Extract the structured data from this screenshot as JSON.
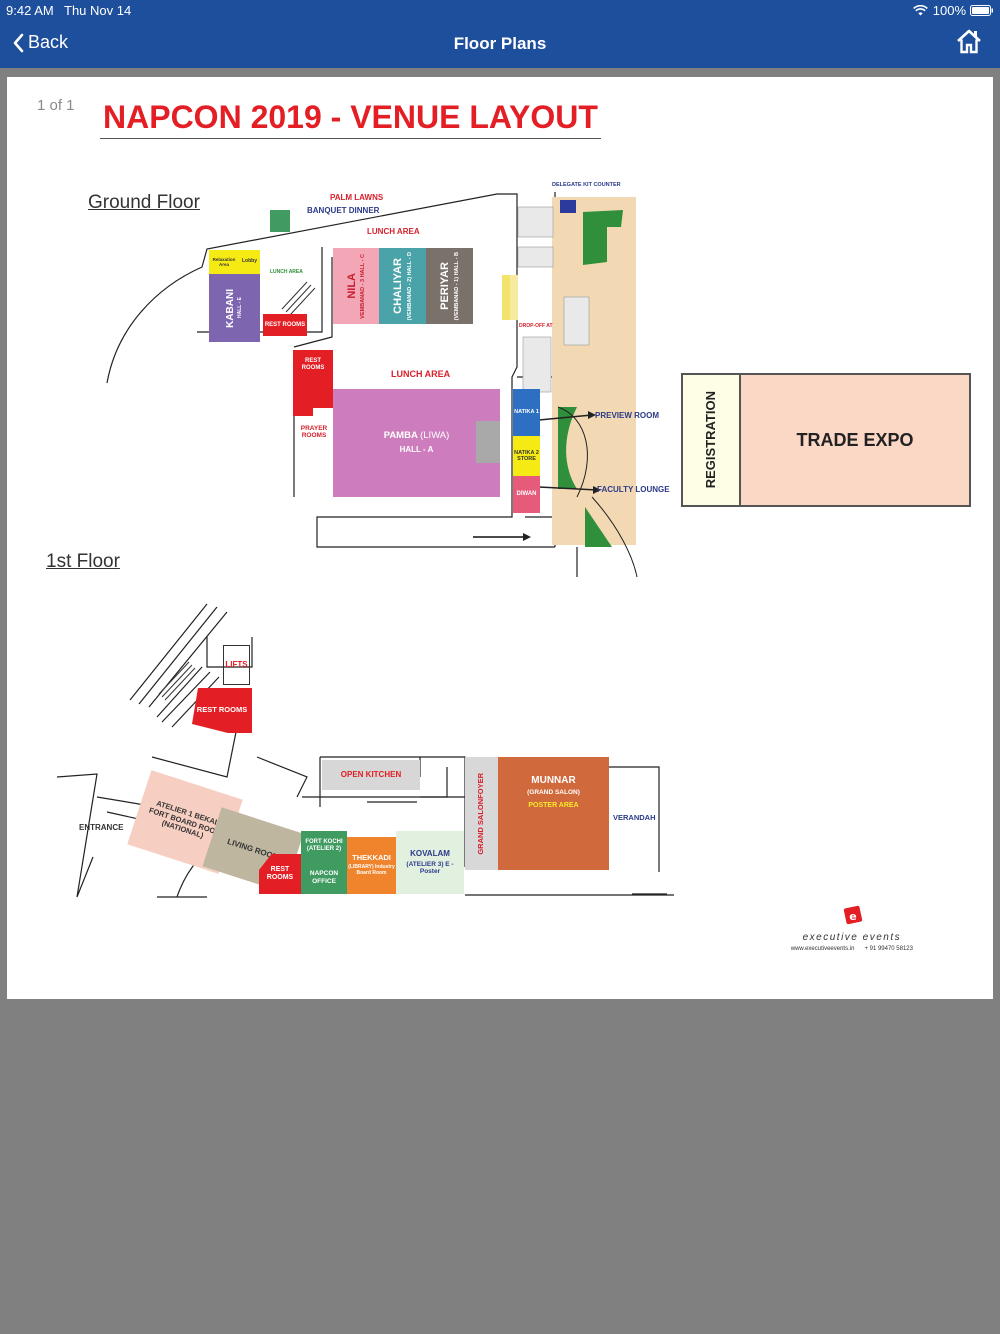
{
  "status_bar": {
    "time": "9:42 AM",
    "date": "Thu Nov 14",
    "battery": "100%",
    "wifi_icon": "wifi-icon",
    "battery_icon": "battery-icon"
  },
  "nav": {
    "back_label": "Back",
    "title": "Floor Plans",
    "home_icon": "home-icon"
  },
  "colors": {
    "nav_bg": "#1e4f9c",
    "title_red": "#e31e24",
    "backdrop": "#808080"
  },
  "document": {
    "page_indicator": "1 of 1",
    "title": "NAPCON 2019 - VENUE LAYOUT",
    "ground_floor": {
      "label": "Ground Floor",
      "annotations": {
        "palm_lawns": "PALM LAWNS",
        "banquet_dinner": "BANQUET DINNER",
        "lunch_area_top": "LUNCH AREA",
        "lunch_area_small": "LUNCH AREA",
        "lunch_area_mid": "LUNCH AREA",
        "delegate_kit_counter": "DELEGATE KIT COUNTER",
        "drop_off": "DROP-OFF AT",
        "preview_room": "PREVIEW ROOM",
        "faculty_lounge": "FACULTY LOUNGE"
      },
      "rooms": {
        "relaxation": "Relaxation Area",
        "lobby": "Lobby",
        "kabani_name": "KABANI",
        "kabani_sub": "HALL - E",
        "rest_rooms_a": "REST ROOMS",
        "nila_name": "NILA",
        "nila_sub": "VEMBANAD - 3 HALL - C",
        "chaliyar_name": "CHALIYAR",
        "chaliyar_sub": "(VEMBANAD - 2) HALL - D",
        "periyar_name": "PERIYAR",
        "periyar_sub": "(VEMBANAD - 1) HALL - B",
        "rest_rooms_b": "REST ROOMS",
        "prayer_rooms": "PRAYER ROOMS",
        "pamba_name": "PAMBA",
        "pamba_alias": "(LIWA)",
        "pamba_sub": "HALL - A",
        "natika1": "NATIKA 1",
        "natika2": "NATIKA 2 STORE",
        "diwan": "DIWAN",
        "registration": "REGISTRATION",
        "trade_expo": "TRADE EXPO"
      }
    },
    "first_floor": {
      "label": "1st Floor",
      "rooms": {
        "lifts": "LIFTS",
        "rest_rooms_c": "REST ROOMS",
        "open_kitchen": "OPEN KITCHEN",
        "atelier1": "ATELIER 1 BEKAL FORT BOARD ROOM (NATIONAL)",
        "entrance": "ENTRANCE",
        "living_room": "LIVING ROOM",
        "rest_rooms_d": "REST ROOMS",
        "fort_kochi": "FORT KOCHI (ATELIER 2)",
        "napcon_office": "NAPCON OFFICE",
        "thekkadi": "THEKKADI",
        "thekkadi_sub": "(LIBRARY) Industry Board Room",
        "kovalam": "KOVALAM",
        "kovalam_sub": "(ATELIER 3) E - Poster",
        "grand_salon_foyer": "GRAND SALONFOYER",
        "munnar": "MUNNAR",
        "munnar_sub": "(GRAND SALON)",
        "poster_area": "POSTER AREA",
        "verandah": "VERANDAH"
      }
    },
    "branding": {
      "company": "executive events",
      "website": "www.executiveevents.in",
      "phone": "+ 91 99470 58123"
    }
  }
}
